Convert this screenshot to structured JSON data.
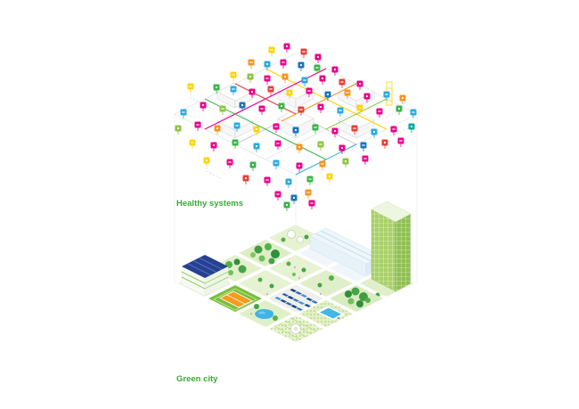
{
  "labels": {
    "top_layer": "Healthy systems",
    "bottom_layer": "Green city"
  },
  "palette": {
    "pink": "#ec008c",
    "red": "#e8403a",
    "orange": "#f7941d",
    "yellow": "#ffd400",
    "cyan": "#29abe2",
    "blue": "#1b75bc",
    "green": "#39b54a",
    "lime": "#8cc63f",
    "teal": "#00a99d",
    "label_green": "#3aaa35",
    "water_blue": "#3fb4e8",
    "solar_navy": "#26418f",
    "court_orange": "#f59b1e"
  },
  "markers": [
    [
      305,
      56,
      "yellow"
    ],
    [
      322,
      52,
      "pink"
    ],
    [
      341,
      58,
      "red"
    ],
    [
      357,
      64,
      "pink"
    ],
    [
      282,
      70,
      "orange"
    ],
    [
      300,
      72,
      "cyan"
    ],
    [
      318,
      70,
      "pink"
    ],
    [
      338,
      73,
      "blue"
    ],
    [
      356,
      76,
      "green"
    ],
    [
      376,
      78,
      "pink"
    ],
    [
      262,
      84,
      "yellow"
    ],
    [
      281,
      86,
      "lime"
    ],
    [
      300,
      88,
      "pink"
    ],
    [
      320,
      86,
      "orange"
    ],
    [
      342,
      90,
      "cyan"
    ],
    [
      362,
      88,
      "pink"
    ],
    [
      384,
      92,
      "red"
    ],
    [
      404,
      94,
      "pink"
    ],
    [
      214,
      97,
      "yellow"
    ],
    [
      243,
      98,
      "green"
    ],
    [
      262,
      100,
      "cyan"
    ],
    [
      283,
      103,
      "pink"
    ],
    [
      304,
      100,
      "red"
    ],
    [
      325,
      104,
      "yellow"
    ],
    [
      347,
      102,
      "pink"
    ],
    [
      368,
      106,
      "blue"
    ],
    [
      390,
      104,
      "orange"
    ],
    [
      412,
      108,
      "pink"
    ],
    [
      434,
      106,
      "cyan"
    ],
    [
      452,
      110,
      "orange"
    ],
    [
      206,
      126,
      "cyan"
    ],
    [
      228,
      118,
      "pink"
    ],
    [
      250,
      122,
      "lime"
    ],
    [
      272,
      118,
      "blue"
    ],
    [
      294,
      122,
      "pink"
    ],
    [
      316,
      119,
      "green"
    ],
    [
      338,
      123,
      "red"
    ],
    [
      360,
      120,
      "pink"
    ],
    [
      382,
      124,
      "cyan"
    ],
    [
      404,
      121,
      "yellow"
    ],
    [
      426,
      125,
      "pink"
    ],
    [
      448,
      122,
      "green"
    ],
    [
      464,
      126,
      "cyan"
    ],
    [
      200,
      144,
      "lime"
    ],
    [
      222,
      140,
      "pink"
    ],
    [
      244,
      144,
      "orange"
    ],
    [
      266,
      141,
      "cyan"
    ],
    [
      288,
      145,
      "yellow"
    ],
    [
      310,
      142,
      "pink"
    ],
    [
      332,
      146,
      "blue"
    ],
    [
      354,
      143,
      "green"
    ],
    [
      376,
      147,
      "pink"
    ],
    [
      398,
      144,
      "red"
    ],
    [
      420,
      148,
      "cyan"
    ],
    [
      442,
      145,
      "pink"
    ],
    [
      462,
      142,
      "teal"
    ],
    [
      216,
      160,
      "yellow"
    ],
    [
      240,
      163,
      "pink"
    ],
    [
      264,
      160,
      "green"
    ],
    [
      288,
      164,
      "cyan"
    ],
    [
      312,
      161,
      "pink"
    ],
    [
      336,
      165,
      "orange"
    ],
    [
      360,
      162,
      "lime"
    ],
    [
      384,
      166,
      "pink"
    ],
    [
      408,
      163,
      "blue"
    ],
    [
      432,
      160,
      "red"
    ],
    [
      450,
      158,
      "pink"
    ],
    [
      232,
      180,
      "yellow"
    ],
    [
      258,
      182,
      "pink"
    ],
    [
      284,
      185,
      "green"
    ],
    [
      310,
      183,
      "cyan"
    ],
    [
      336,
      186,
      "pink"
    ],
    [
      362,
      184,
      "orange"
    ],
    [
      388,
      181,
      "lime"
    ],
    [
      410,
      178,
      "pink"
    ],
    [
      276,
      200,
      "red"
    ],
    [
      300,
      202,
      "pink"
    ],
    [
      324,
      204,
      "cyan"
    ],
    [
      348,
      201,
      "green"
    ],
    [
      370,
      198,
      "yellow"
    ],
    [
      312,
      218,
      "pink"
    ],
    [
      330,
      222,
      "blue"
    ],
    [
      346,
      216,
      "orange"
    ],
    [
      322,
      230,
      "green"
    ],
    [
      350,
      228,
      "pink"
    ]
  ]
}
